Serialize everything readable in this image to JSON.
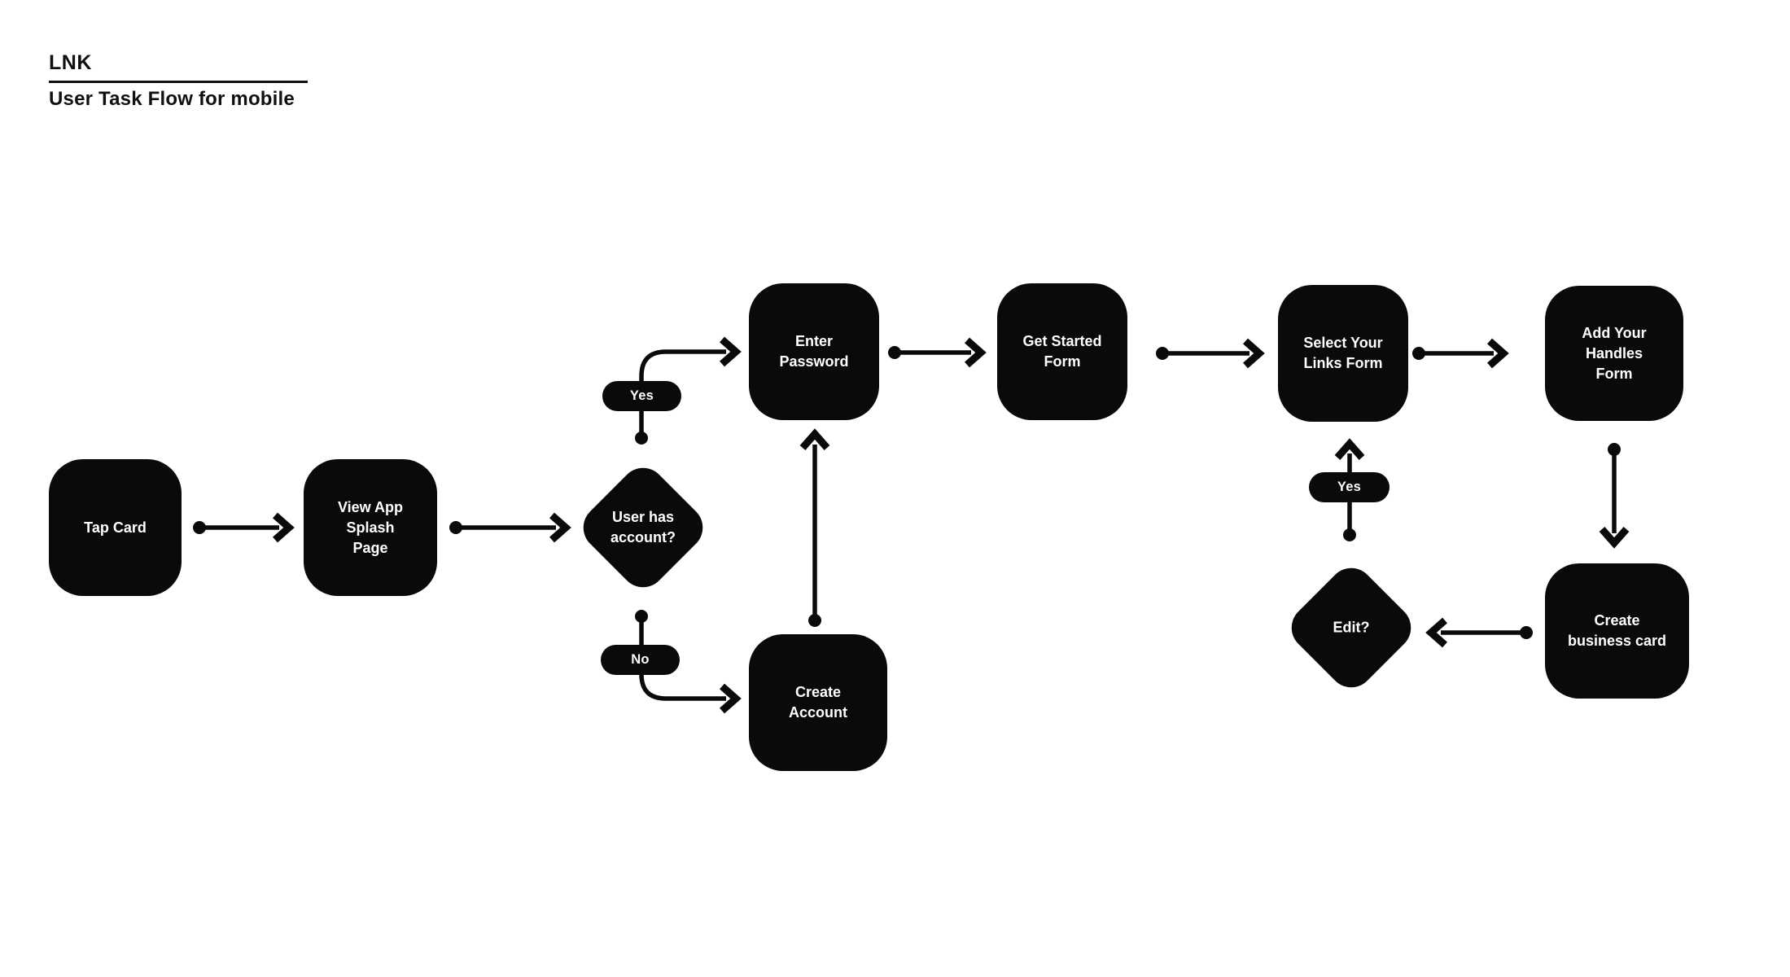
{
  "header": {
    "brand": "LNK",
    "subtitle": "User Task Flow for mobile"
  },
  "colors": {
    "node_fill": "#0a0a0a",
    "node_text": "#ffffff",
    "background": "#ffffff",
    "connector": "#0a0a0a"
  },
  "nodes": {
    "tap_card": {
      "label": "Tap Card",
      "type": "process"
    },
    "view_app_splash_page": {
      "label": "View App\nSplash\nPage",
      "type": "process"
    },
    "user_has_account": {
      "label": "User has\naccount?",
      "type": "decision"
    },
    "enter_password": {
      "label": "Enter\nPassword",
      "type": "process"
    },
    "create_account": {
      "label": "Create\nAccount",
      "type": "process"
    },
    "get_started_form": {
      "label": "Get Started\nForm",
      "type": "process"
    },
    "select_your_links_form": {
      "label": "Select Your\nLinks Form",
      "type": "process"
    },
    "add_your_handles_form": {
      "label": "Add Your\nHandles\nForm",
      "type": "process"
    },
    "create_business_card": {
      "label": "Create\nbusiness card",
      "type": "process"
    },
    "edit": {
      "label": "Edit?",
      "type": "decision"
    }
  },
  "edge_labels": {
    "yes_account": "Yes",
    "no_account": "No",
    "yes_edit": "Yes"
  }
}
